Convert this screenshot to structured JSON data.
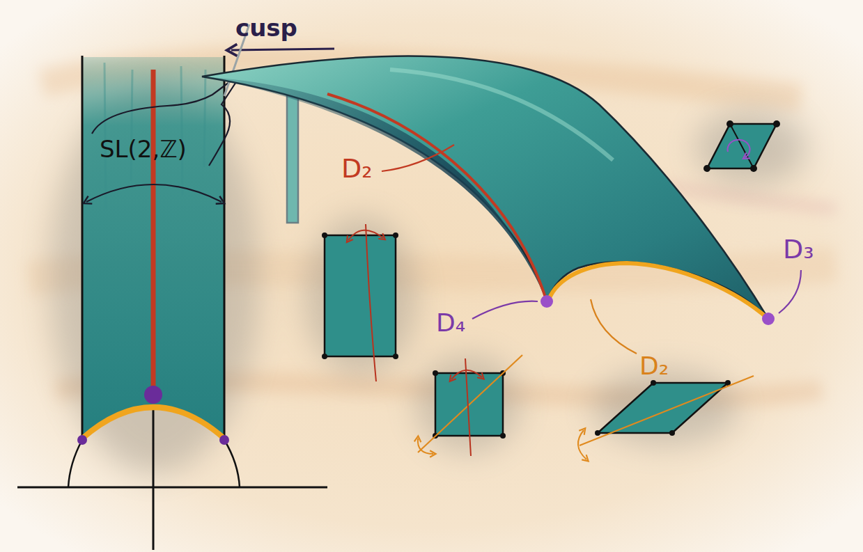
{
  "diagram": {
    "labels": [
      "cusp",
      "SL(2,ℤ)",
      "D₂",
      "D₄",
      "D₂",
      "D₃"
    ]
  }
}
